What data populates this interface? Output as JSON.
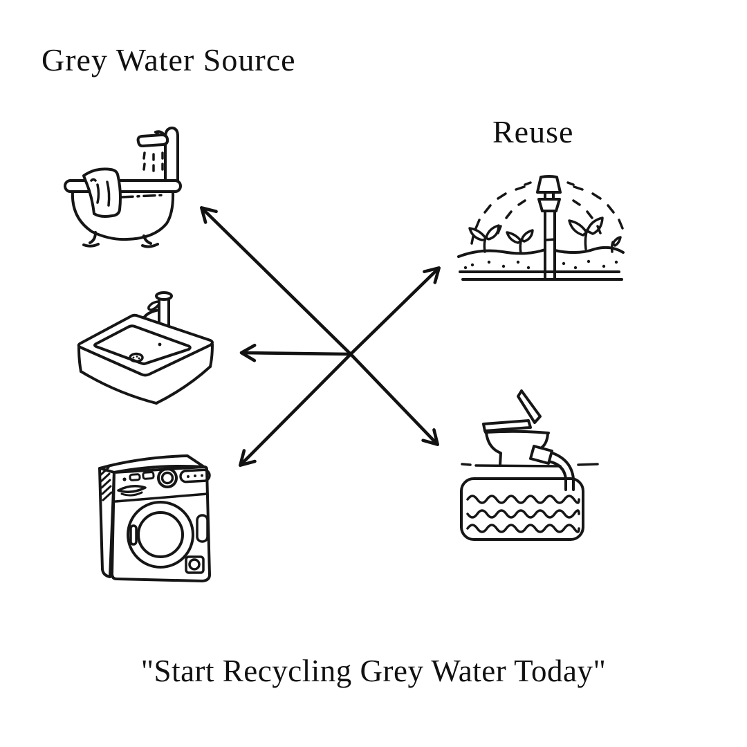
{
  "header": {
    "title": "Grey Water Source"
  },
  "reuse": {
    "label": "Reuse"
  },
  "footer": {
    "tagline": "\"Start Recycling Grey Water Today\""
  },
  "diagram": {
    "sources": [
      {
        "name": "bathtub-shower",
        "icon": "bathtub-icon"
      },
      {
        "name": "sink",
        "icon": "sink-icon"
      },
      {
        "name": "washing-machine",
        "icon": "washing-machine-icon"
      }
    ],
    "reuses": [
      {
        "name": "garden-irrigation",
        "icon": "sprinkler-icon"
      },
      {
        "name": "toilet-flush-tank",
        "icon": "toilet-tank-icon"
      }
    ],
    "connections": [
      {
        "from": "center",
        "to": "bathtub-shower"
      },
      {
        "from": "center",
        "to": "sink"
      },
      {
        "from": "center",
        "to": "washing-machine"
      },
      {
        "from": "center",
        "to": "garden-irrigation"
      },
      {
        "from": "center",
        "to": "toilet-flush-tank"
      }
    ],
    "colors": {
      "ink": "#161616",
      "background": "#ffffff"
    }
  }
}
